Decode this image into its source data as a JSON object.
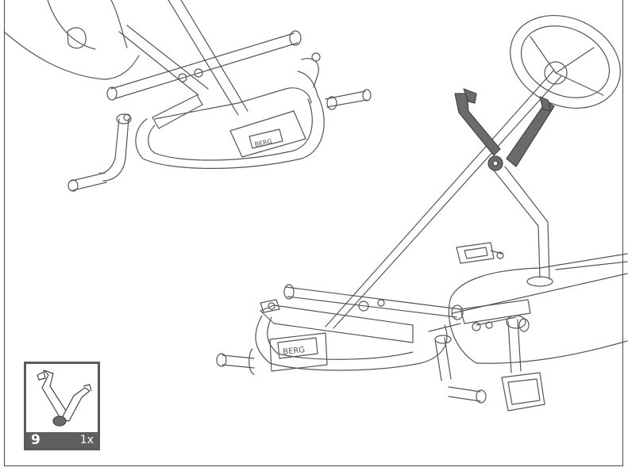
{
  "step": {
    "number": "9",
    "part_quantity": "1x",
    "part_icon": "steering-bracket-icon",
    "logo_text": "BERG"
  },
  "colors": {
    "line": "#555555",
    "part_highlight": "#6b6b6b",
    "footer_bg": "#5f5f5f"
  }
}
